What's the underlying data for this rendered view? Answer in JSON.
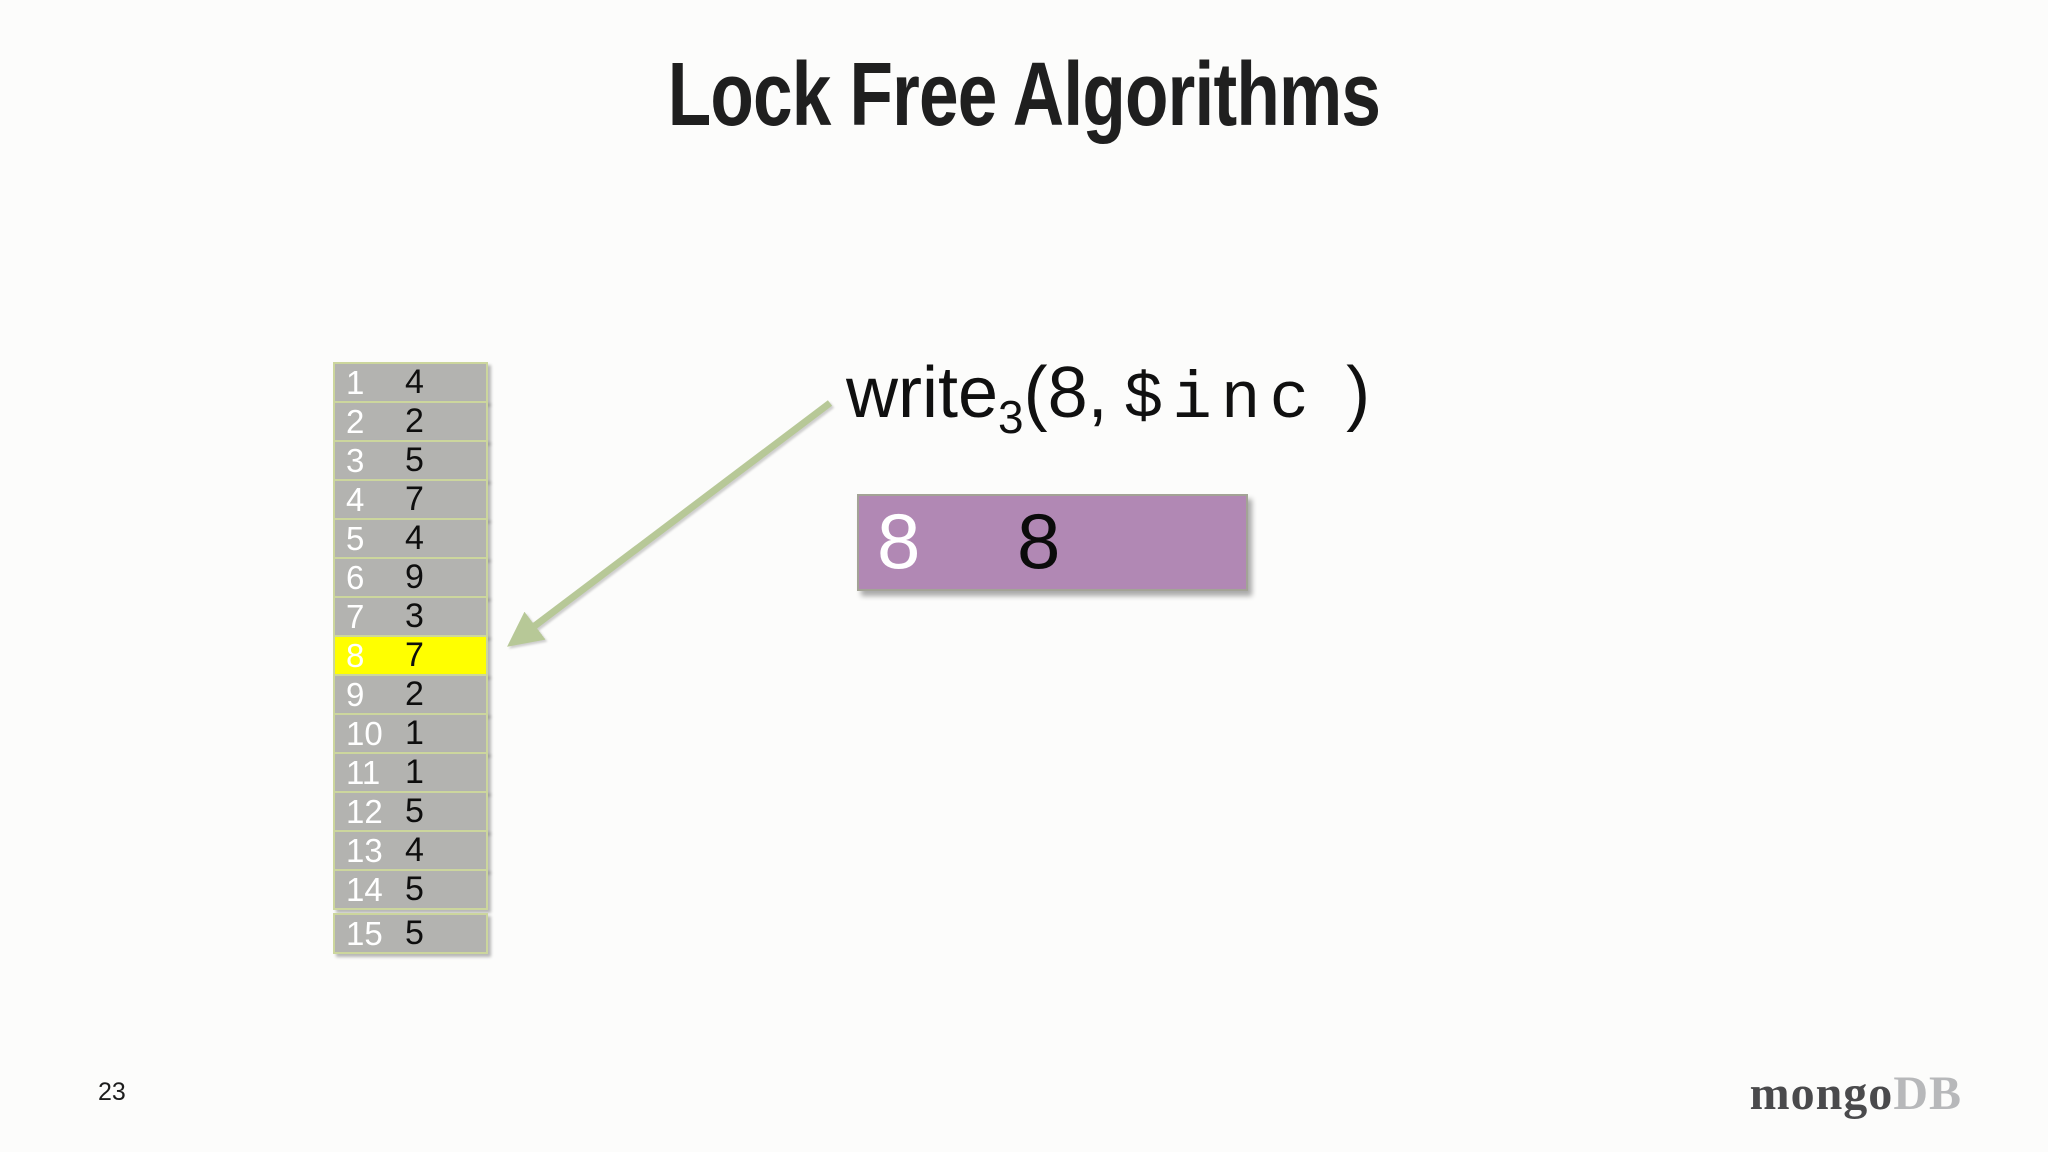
{
  "slide": {
    "title": "Lock Free Algorithms",
    "page_number": "23"
  },
  "memory_table": {
    "rows": [
      {
        "index": "1",
        "value": "4"
      },
      {
        "index": "2",
        "value": "2"
      },
      {
        "index": "3",
        "value": "5"
      },
      {
        "index": "4",
        "value": "7"
      },
      {
        "index": "5",
        "value": "4"
      },
      {
        "index": "6",
        "value": "9"
      },
      {
        "index": "7",
        "value": "3"
      },
      {
        "index": "8",
        "value": "7",
        "highlighted": true
      },
      {
        "index": "9",
        "value": "2"
      },
      {
        "index": "10",
        "value": "1"
      },
      {
        "index": "11",
        "value": "1"
      },
      {
        "index": "12",
        "value": "5"
      },
      {
        "index": "13",
        "value": "4"
      },
      {
        "index": "14",
        "value": "5"
      },
      {
        "index": "15",
        "value": "5",
        "detached": true
      }
    ]
  },
  "operation": {
    "function_name": "write",
    "subscript": "3",
    "args_open": "(8,",
    "operator": "$inc",
    "args_close": ")"
  },
  "result_box": {
    "slot": "8",
    "value": "8"
  },
  "logo": {
    "primary": "mongo",
    "secondary": "DB"
  },
  "colors": {
    "accent_yellow": "#ffff00",
    "cell_gray": "#b3b3b0",
    "cell_border": "#ccd69d",
    "box_purple": "#b188b4",
    "box_border": "#a3a396",
    "arrow_green": "#b7c897",
    "title_black": "#1f1f1f",
    "logo_dark": "#4a4a4c",
    "logo_light": "#b7b8ba"
  }
}
